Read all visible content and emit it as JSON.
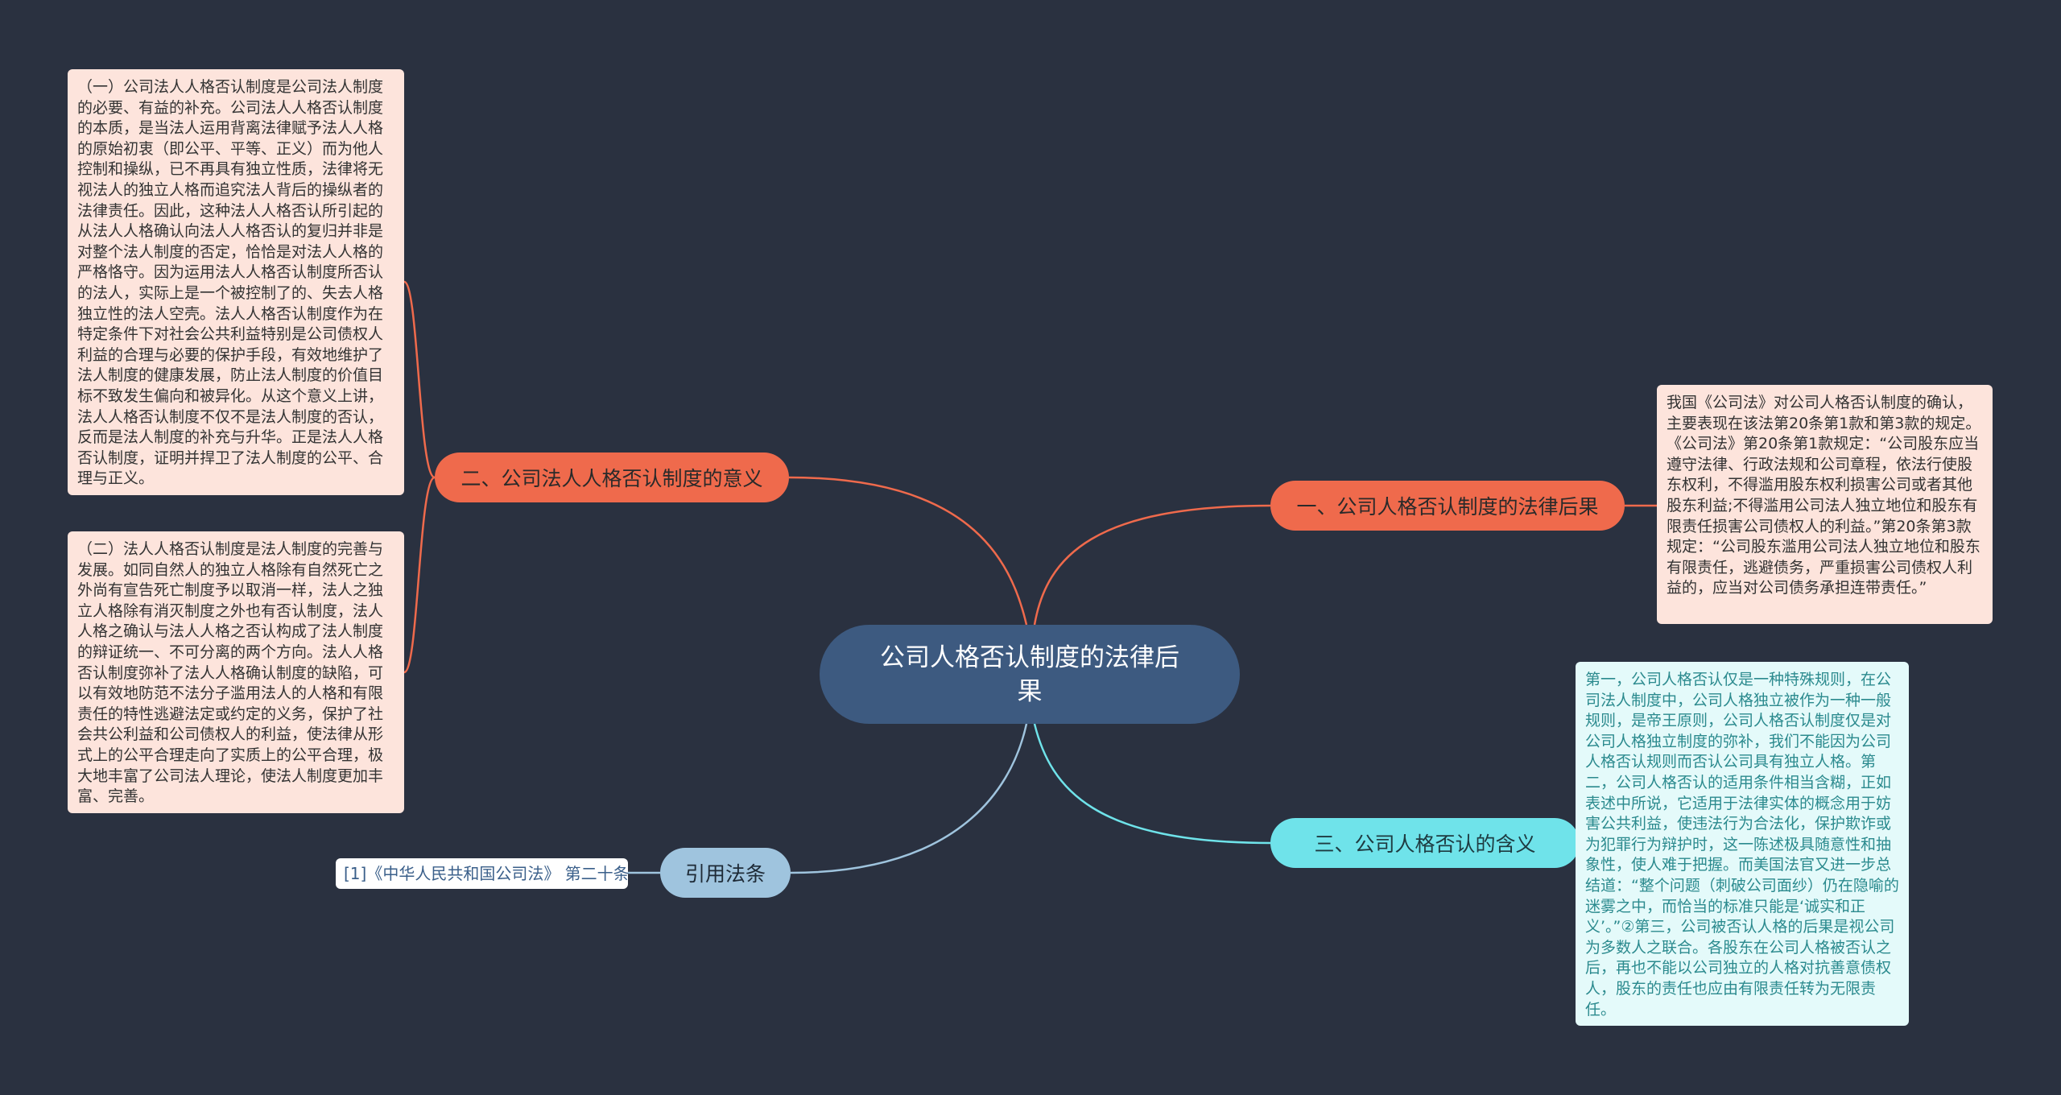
{
  "center": {
    "title": "公司人格否认制度的法律后果"
  },
  "branches": {
    "b1": {
      "label": "一、公司人格否认制度的法律后果"
    },
    "b2": {
      "label": "二、公司法人人格否认制度的意义"
    },
    "b3": {
      "label": "三、公司人格否认的含义"
    },
    "b4": {
      "label": "引用法条"
    }
  },
  "notes": {
    "n1": "我国《公司法》对公司人格否认制度的确认，主要表现在该法第20条第1款和第3款的规定。《公司法》第20条第1款规定：“公司股东应当遵守法律、行政法规和公司章程，依法行使股东权利，不得滥用股东权利损害公司或者其他股东利益;不得滥用公司法人独立地位和股东有限责任损害公司债权人的利益。”第20条第3款规定：“公司股东滥用公司法人独立地位和股东有限责任，逃避债务，严重损害公司债权人利益的，应当对公司债务承担连带责任。”",
    "n2": "（一）公司法人人格否认制度是公司法人制度的必要、有益的补充。公司法人人格否认制度的本质，是当法人运用背离法律赋予法人人格的原始初衷（即公平、平等、正义）而为他人控制和操纵，已不再具有独立性质，法律将无视法人的独立人格而追究法人背后的操纵者的法律责任。因此，这种法人人格否认所引起的从法人人格确认向法人人格否认的复归并非是对整个法人制度的否定，恰恰是对法人人格的严格恪守。因为运用法人人格否认制度所否认的法人，实际上是一个被控制了的、失去人格独立性的法人空壳。法人人格否认制度作为在特定条件下对社会公共利益特别是公司债权人利益的合理与必要的保护手段，有效地维护了法人制度的健康发展，防止法人制度的价值目标不致发生偏向和被异化。从这个意义上讲，法人人格否认制度不仅不是法人制度的否认，反而是法人制度的补充与升华。正是法人人格否认制度，证明并捍卫了法人制度的公平、合理与正义。",
    "n3": "（二）法人人格否认制度是法人制度的完善与发展。如同自然人的独立人格除有自然死亡之外尚有宣告死亡制度予以取消一样，法人之独立人格除有消灭制度之外也有否认制度，法人人格之确认与法人人格之否认构成了法人制度的辩证统一、不可分离的两个方向。法人人格否认制度弥补了法人人格确认制度的缺陷，可以有效地防范不法分子滥用法人的人格和有限责任的特性逃避法定或约定的义务，保护了社会共公利益和公司债权人的利益，使法律从形式上的公平合理走向了实质上的公平合理，极大地丰富了公司法人理论，使法人制度更加丰富、完善。",
    "n4": "第一，公司人格否认仅是一种特殊规则，在公司法人制度中，公司人格独立被作为一种一般规则，是帝王原则，公司人格否认制度仅是对公司人格独立制度的弥补，我们不能因为公司人格否认规则而否认公司具有独立人格。第二，公司人格否认的适用条件相当含糊，正如表述中所说，它适用于法律实体的概念用于妨害公共利益，使违法行为合法化，保护欺诈或为犯罪行为辩护时，这一陈述极具随意性和抽象性，使人难于把握。而美国法官又进一步总结道：“整个问题（刺破公司面纱）仍在隐喻的迷雾之中，而恰当的标准只能是‘诚实和正义’。”②第三，公司被否认人格的后果是视公司为多数人之联合。各股东在公司人格被否认之后，再也不能以公司独立的人格对抗善意债权人，股东的责任也应由有限责任转为无限责任。",
    "n5": "[1]《中华人民共和国公司法》 第二十条"
  },
  "colors": {
    "background": "#2a3140",
    "center": "#3d5a80",
    "orange": "#ef6a4c",
    "cyan": "#6fe3ea",
    "blue": "#9fc4de",
    "peach": "#fde4dc",
    "mint": "#e4fafa"
  }
}
